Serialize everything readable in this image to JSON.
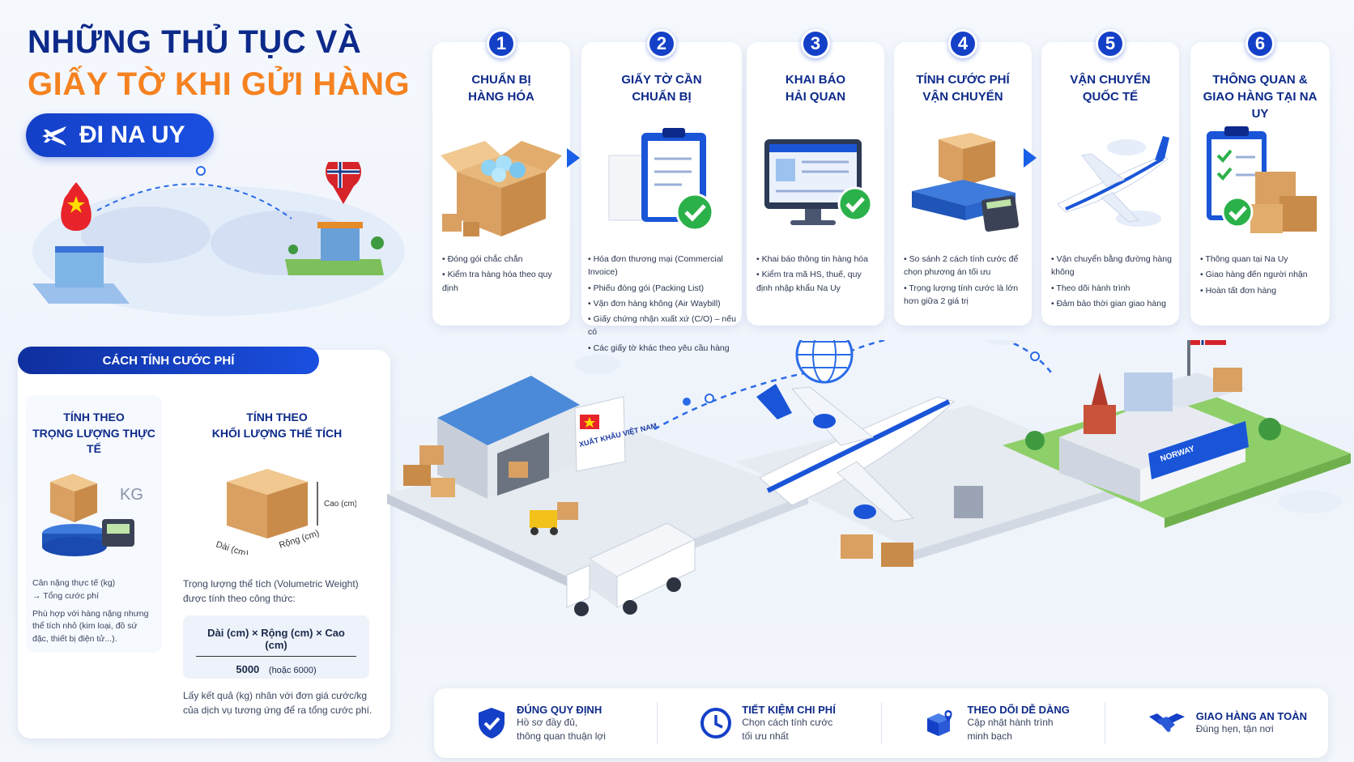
{
  "header": {
    "title_line1": "NHỮNG THỦ TỤC VÀ",
    "title_line2": "GIẤY TỜ KHI GỬI HÀNG",
    "destination": "ĐI NA UY"
  },
  "steps": [
    {
      "num": "1",
      "title_a": "CHUẨN BỊ",
      "title_b": "HÀNG HÓA",
      "icon": "box-icon",
      "items": [
        "Đóng gói chắc chắn",
        "Kiểm tra hàng hóa theo quy định"
      ]
    },
    {
      "num": "2",
      "title_a": "GIẤY TỜ CẦN",
      "title_b": "CHUẨN BỊ",
      "icon": "clipboard-icon",
      "items": [
        "Hóa đơn thương mại (Commercial Invoice)",
        "Phiếu đóng gói (Packing List)",
        "Vận đơn hàng không (Air Waybill)",
        "Giấy chứng nhận xuất xứ (C/O) – nếu có",
        "Các giấy tờ khác theo yêu cầu hàng hóa"
      ]
    },
    {
      "num": "3",
      "title_a": "KHAI BÁO",
      "title_b": "HẢI QUAN",
      "icon": "computer-icon",
      "items": [
        "Khai báo thông tin hàng hóa",
        "Kiểm tra mã HS, thuế, quy định nhập khẩu Na Uy"
      ]
    },
    {
      "num": "4",
      "title_a": "TÍNH CƯỚC PHÍ",
      "title_b": "VẬN CHUYỂN",
      "icon": "scale-icon",
      "items": [
        "So sánh 2 cách tính cước để chọn phương án tối ưu",
        "Trọng lượng tính cước là lớn hơn giữa 2 giá trị"
      ]
    },
    {
      "num": "5",
      "title_a": "VẬN CHUYỂN",
      "title_b": "QUỐC TẾ",
      "icon": "airplane-icon",
      "items": [
        "Vận chuyển bằng đường hàng không",
        "Theo dõi hành trình",
        "Đảm bảo thời gian giao hàng"
      ]
    },
    {
      "num": "6",
      "title_a": "THÔNG QUAN &",
      "title_b": "GIAO HÀNG TẠI NA UY",
      "icon": "delivery-clipboard-icon",
      "items": [
        "Thông quan tại Na Uy",
        "Giao hàng đến người nhận",
        "Hoàn tất đơn hàng"
      ]
    }
  ],
  "fee": {
    "heading": "CÁCH TÍNH CƯỚC PHÍ",
    "actual": {
      "title_a": "TÍNH THEO",
      "title_b": "TRỌNG LƯỢNG THỰC TẾ",
      "unit": "KG",
      "desc1": "Cân nặng thực tế (kg)",
      "desc2": "→ Tổng cước phí",
      "desc3": "Phù hợp với hàng nặng nhưng thể tích nhỏ (kim loại, đồ sứ đặc, thiết bị điện tử...)."
    },
    "volumetric": {
      "title_a": "TÍNH THEO",
      "title_b": "KHỐI LƯỢNG THỂ TÍCH",
      "dim_length": "Dài (cm)",
      "dim_width": "Rộng (cm)",
      "dim_height": "Cao (cm)",
      "desc": "Trọng lượng thể tích (Volumetric Weight) được tính theo công thức:",
      "formula_top": "Dài (cm) × Rộng (cm) × Cao (cm)",
      "formula_bottom": "5000",
      "formula_alt": "(hoặc 6000)",
      "note": "Lấy kết quả (kg) nhân với đơn giá cước/kg của dịch vụ tương ứng để ra tổng cước phí."
    }
  },
  "scene": {
    "sign_text": "XUẤT KHẨU VIỆT NAM",
    "norway_sign": "NORWAY"
  },
  "features": [
    {
      "icon": "shield-check-icon",
      "title": "ĐÚNG QUY ĐỊNH",
      "line1": "Hồ sơ đầy đủ,",
      "line2": "thông quan thuận lợi"
    },
    {
      "icon": "clock-icon",
      "title": "TIẾT KIỆM CHI PHÍ",
      "line1": "Chọn cách tính cước",
      "line2": "tối ưu nhất"
    },
    {
      "icon": "tracking-box-icon",
      "title": "THEO DÕI DỄ DÀNG",
      "line1": "Cập nhật hành trình",
      "line2": "minh bạch"
    },
    {
      "icon": "handshake-icon",
      "title": "GIAO HÀNG AN TOÀN",
      "line1": "Đúng hẹn, tận nơi",
      "line2": ""
    }
  ],
  "colors": {
    "primary": "#1440c8",
    "accent": "#f58220",
    "navy": "#0d2a8a"
  }
}
